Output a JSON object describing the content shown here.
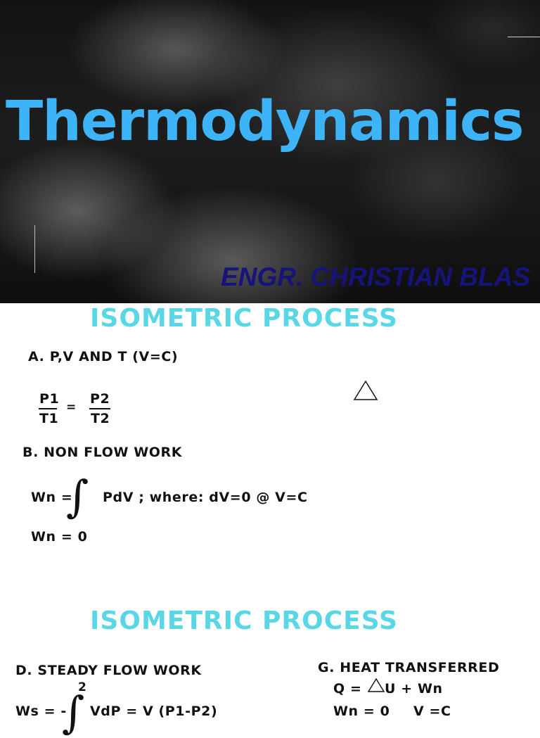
{
  "cover": {
    "title": "Thermodynamics",
    "author": "ENGR. CHRISTIAN BLAS"
  },
  "slide1": {
    "heading": "ISOMETRIC PROCESS",
    "item_a": "A. P,V AND T (V=C)",
    "frac1_num": "P1",
    "frac1_den": "T1",
    "equals": "=",
    "frac2_num": "P2",
    "frac2_den": "T2",
    "delta_icon": "triangle-delta-icon",
    "item_b": "B. NON FLOW WORK",
    "wn_label": "Wn =",
    "integral_symbol": "∫",
    "integrand": "PdV ; where: dV=0 @ V=C",
    "wn_result": "Wn = 0"
  },
  "slide2": {
    "heading": "ISOMETRIC PROCESS",
    "item_d": "D. STEADY FLOW WORK",
    "upper_limit": "2",
    "ws_label": "Ws = -",
    "integral_symbol": "∫",
    "ws_rhs": "VdP = V (P1-P2)",
    "item_g": "G. HEAT TRANSFERRED",
    "q_lhs": "Q =",
    "delta_icon": "triangle-delta-icon",
    "q_rhs": "U + Wn",
    "wn_zero": "Wn = 0",
    "v_const": "V =C"
  }
}
